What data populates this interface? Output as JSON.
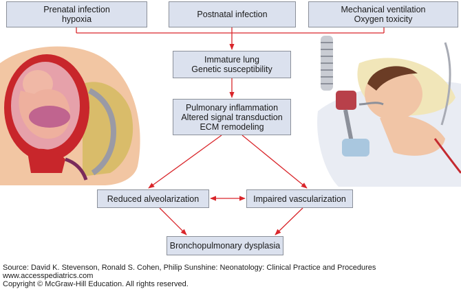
{
  "diagram": {
    "nodes": {
      "prenatal": {
        "lines": [
          "Prenatal infection",
          "hypoxia"
        ]
      },
      "postnatal": {
        "lines": [
          "Postnatal infection"
        ]
      },
      "mechanical": {
        "lines": [
          "Mechanical ventilation",
          "Oxygen toxicity"
        ]
      },
      "immature": {
        "lines": [
          "Immature lung",
          "Genetic susceptibility"
        ]
      },
      "inflammation": {
        "lines": [
          "Pulmonary inflammation",
          "Altered signal transduction",
          "ECM remodeling"
        ]
      },
      "alveolarization": {
        "lines": [
          "Reduced alveolarization"
        ]
      },
      "vascularization": {
        "lines": [
          "Impaired vascularization"
        ]
      },
      "bpd": {
        "lines": [
          "Bronchopulmonary dysplasia"
        ]
      }
    },
    "arrow_color": "#d9252a",
    "box_fill": "#dbe1ee"
  },
  "illustrations": {
    "left": "pregnant-uterus-fetus-illustration",
    "right": "ventilated-infant-illustration"
  },
  "credits": {
    "source": "Source: David K. Stevenson, Ronald S. Cohen, Philip Sunshine: Neonatology: Clinical Practice and Procedures",
    "url": "www.accesspediatrics.com",
    "copyright": "Copyright © McGraw-Hill Education.  All rights reserved."
  }
}
